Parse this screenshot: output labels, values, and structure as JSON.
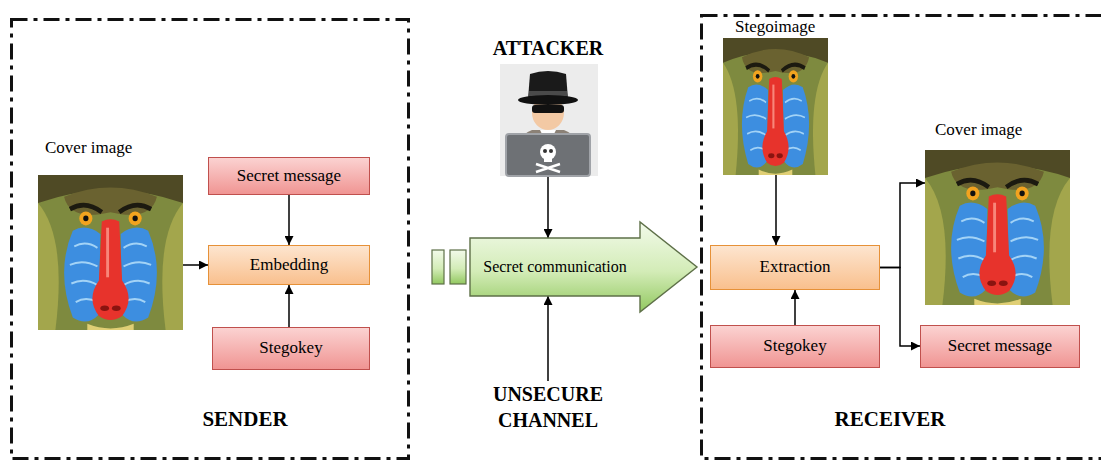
{
  "diagram": {
    "nodes": [
      {
        "text": [
          "SENDER"
        ]
      },
      {
        "text": [
          "Cover image"
        ],
        "in": 0
      },
      {
        "text": [
          "Secret message"
        ],
        "in": 0
      },
      {
        "text": [
          "Embedding"
        ],
        "in": 0
      },
      {
        "text": [
          "Stegokey"
        ],
        "in": 0
      },
      {
        "text": [
          "ATTACKER"
        ]
      },
      {
        "text": [
          "Secret communication"
        ]
      },
      {
        "text": [
          "UNSECURE CHANNEL"
        ]
      },
      {
        "text": [
          "RECEIVER"
        ]
      },
      {
        "text": [
          "Stegoimage"
        ],
        "in": 8
      },
      {
        "text": [
          "Extraction"
        ],
        "in": 8
      },
      {
        "text": [
          "Stegokey"
        ],
        "in": 8
      },
      {
        "text": [
          "Cover image"
        ],
        "in": 8
      },
      {
        "text": [
          "Secret message"
        ],
        "in": 8
      }
    ],
    "edges": [
      {
        "from": 1,
        "to": 3,
        "arrow": "to"
      },
      {
        "from": 2,
        "to": 3,
        "arrow": "to"
      },
      {
        "from": 4,
        "to": 3,
        "arrow": "to"
      },
      {
        "from": 5,
        "to": 6,
        "arrow": "to"
      },
      {
        "from": 7,
        "to": 6,
        "arrow": "to"
      },
      {
        "from": 9,
        "to": 10,
        "arrow": "to"
      },
      {
        "from": 11,
        "to": 10,
        "arrow": "to"
      },
      {
        "from": 10,
        "to": 12,
        "arrow": "to"
      },
      {
        "from": 10,
        "to": 13,
        "arrow": "to"
      }
    ]
  }
}
